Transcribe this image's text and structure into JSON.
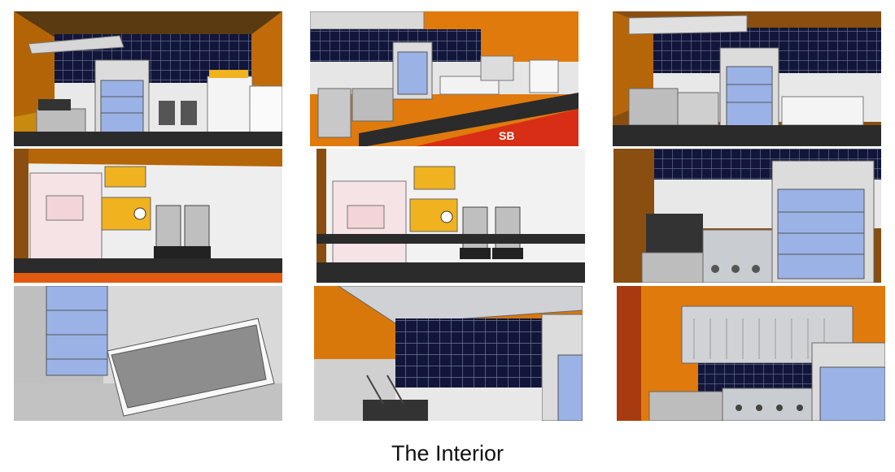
{
  "figure": {
    "caption": "The Interior",
    "panels": [
      {
        "id": 1,
        "content": "kitchen-overview-left"
      },
      {
        "id": 2,
        "content": "counter-view"
      },
      {
        "id": 3,
        "content": "kitchen-overview-right"
      },
      {
        "id": 4,
        "content": "ice-cream-machine-blenders"
      },
      {
        "id": 5,
        "content": "ice-cream-machine-blenders-close"
      },
      {
        "id": 6,
        "content": "fryer-griddle-fridge"
      },
      {
        "id": 7,
        "content": "chest-freezer"
      },
      {
        "id": 8,
        "content": "hood-and-fryer"
      },
      {
        "id": 9,
        "content": "hood-fryer-griddle"
      }
    ]
  },
  "colors": {
    "wall_orange": "#d9780a",
    "tile_navy": "#12163a",
    "grout": "#6f7896",
    "steel": "#c9ccd0",
    "fridge_blue": "#9bb2e6",
    "counter": "#2b2b2b",
    "blender_yellow": "#f0b21e",
    "signage_red": "#d92e16"
  }
}
